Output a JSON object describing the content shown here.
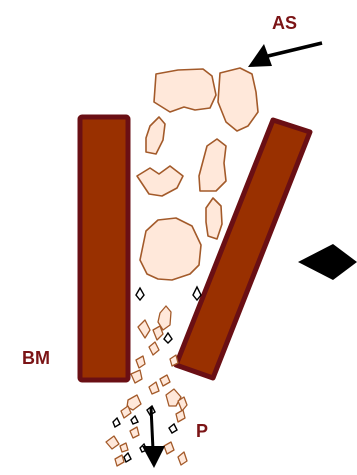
{
  "labels": {
    "top_right": "AS",
    "left": "BM",
    "bottom": "P"
  },
  "colors": {
    "label": "#7b1416",
    "plate_fill": "#993000",
    "plate_stroke": "#6a0f14",
    "rock_fill": "#ffe8da",
    "rock_stroke": "#a35a2a",
    "arrow": "#000000"
  },
  "icons": {
    "input_arrow": "arrow-down-left-icon",
    "output_arrow": "arrow-down-icon",
    "motion_marker": "double-arrow-icon"
  }
}
